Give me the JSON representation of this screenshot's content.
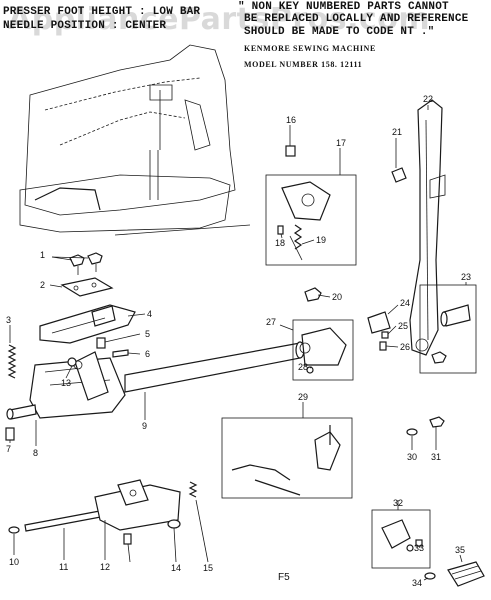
{
  "header_left": {
    "line1": "PRESSER FOOT HEIGHT : LOW BAR",
    "line2": "NEEDLE POSITION : CENTER"
  },
  "header_right": {
    "line1": "\" NON KEY NUMBERED PARTS CANNOT",
    "line2": "BE REPLACED LOCALLY AND REFERENCE",
    "line3": "SHOULD BE MADE TO CODE NT .\"",
    "line4": "KENMORE SEWING MACHINE",
    "line5": "MODEL NUMBER 158. 12111"
  },
  "watermark": "AppliancePartsPros.com",
  "page_label": "F5",
  "part_numbers": [
    "1",
    "2",
    "3",
    "4",
    "5",
    "6",
    "7",
    "8",
    "9",
    "10",
    "11",
    "12",
    "13",
    "14",
    "15",
    "16",
    "17",
    "18",
    "19",
    "20",
    "21",
    "22",
    "23",
    "24",
    "25",
    "26",
    "27",
    "28",
    "29",
    "30",
    "31",
    "32",
    "33",
    "34",
    "35"
  ]
}
